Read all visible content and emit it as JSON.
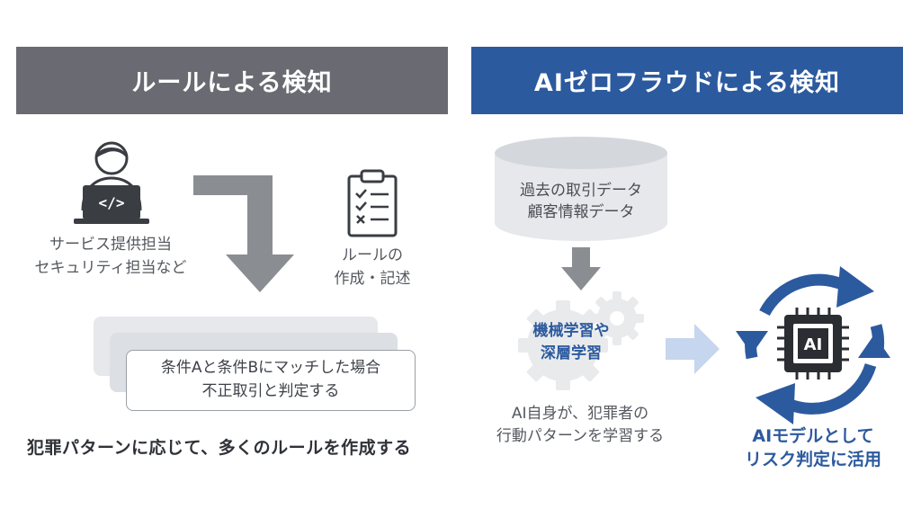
{
  "left": {
    "title": "ルールによる検知",
    "operator_line1": "サービス提供担当",
    "operator_line2": "セキュリティ担当など",
    "rule_line1": "ルールの",
    "rule_line2": "作成・記述",
    "card_line1": "条件Aと条件Bにマッチした場合",
    "card_line2": "不正取引と判定する",
    "summary": "犯罪パターンに応じて、多くのルールを作成する"
  },
  "right": {
    "title": "AIゼロフラウドによる検知",
    "db_line1": "過去の取引データ",
    "db_line2": "顧客情報データ",
    "ml_line1": "機械学習や",
    "ml_line2": "深層学習",
    "learn_line1": "AI自身が、犯罪者の",
    "learn_line2": "行動パターンを学習する",
    "chip_label": "AI",
    "result_line1": "AIモデルとして",
    "result_line2": "リスク判定に活用"
  },
  "colors": {
    "left_banner": "#6a6a72",
    "right_banner": "#2c5a9e",
    "accent_blue": "#2c5a9e",
    "arrow_gray": "#8a8d92",
    "arrow_light_blue": "#c5d6ee",
    "gear_gray": "#e9eaec"
  },
  "icons": [
    "developer-laptop-icon",
    "checklist-clipboard-icon",
    "database-icon",
    "gears-icon",
    "ai-chip-icon",
    "cycle-arrows-icon"
  ]
}
